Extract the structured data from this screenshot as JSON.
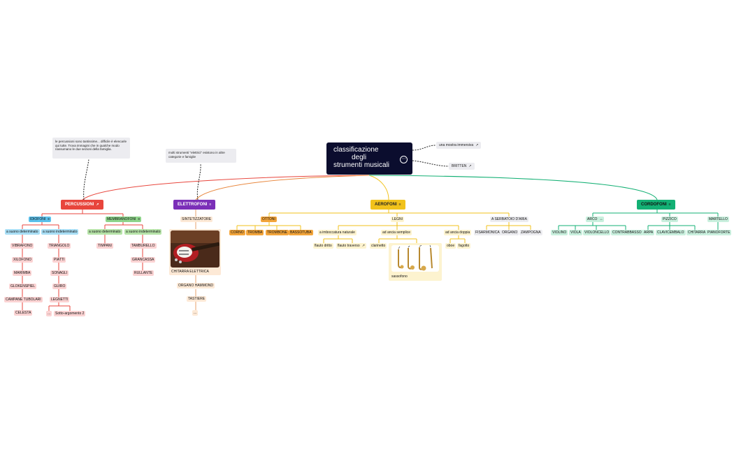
{
  "root": {
    "lines": [
      "classificazione",
      "degli",
      "strumenti musicali"
    ],
    "more": "⋯"
  },
  "side": {
    "mostra": "una mostra immersiva",
    "britten": "BRITTEN"
  },
  "notes": {
    "percussioni": "le percussioni sono tantissime... difficile è elencarle qui tutte. Trova immagini che in qualche modo riassumano le due sezioni della famiglia.",
    "elettrofoni": "molti strumenti \"elettrici\" esistono in altre categorie e famiglie"
  },
  "colors": {
    "percussioni": "#e8453c",
    "elettrofoni": "#7b2fb8",
    "aerofoni": "#f1c21b",
    "cordofoni": "#13b074",
    "root": "#0b0d2e"
  },
  "icons": {
    "external": "external-link-icon",
    "notes": "notes-icon",
    "more": "more-icon"
  },
  "percussioni": {
    "label": "PERCUSSIONI",
    "idiofoni": "IDIOFONI",
    "membranofoni": "MEMBRANOFONI",
    "idio_det": "a suono determinato",
    "idio_indet": "a suono indeterminato",
    "mem_det": "a suono determinato",
    "mem_indet": "a suono indeterminato",
    "det_items": [
      "VIBRAFONO",
      "XILOFONO",
      "MARIMBA",
      "GLOKENSPIEL",
      "CAMPANE TUBOLARI",
      "CELESTA"
    ],
    "indet_items": [
      "TRIANGOLO",
      "PIATTI",
      "SONAGLI",
      "GUIRO",
      "LEGNETTI"
    ],
    "legnetti_children": [
      "...",
      "Sotto-argomento 2"
    ],
    "mem_det_items": [
      "TIMPANI"
    ],
    "mem_indet_items": [
      "TAMBURELLO",
      "GRANCASSA",
      "RULLANTE"
    ]
  },
  "elettrofoni": {
    "label": "ELETTROFONI",
    "items": [
      "SINTETIZZATORE",
      "CHITARRA ELETTRICA",
      "ORGANO HAMMOND",
      "TASTIERE",
      "..."
    ]
  },
  "aerofoni": {
    "label": "AEROFONI",
    "ottoni": "OTTONI",
    "ottoni_items": [
      "CORNO",
      "TROMBA",
      "TROMBONE",
      "BASSOTUBA"
    ],
    "legni": "LEGNI",
    "imb": "a imboccatura naturale",
    "imb_items": [
      "flauto dritto",
      "flauto traverso"
    ],
    "ancia_s": "ad ancia semplice",
    "ancia_s_items": [
      "clarinetto",
      "sassofono"
    ],
    "ancia_d": "ad ancia doppia",
    "ancia_d_items": [
      "oboe",
      "fagotto"
    ],
    "serbatoio": "A SERBATOIO D'ARIA",
    "serbatoio_items": [
      "FISARMONICA",
      "ORGANO",
      "ZAMPOGNA"
    ]
  },
  "cordofoni": {
    "label": "CORDOFONI",
    "arco": "ARCO",
    "arco_items": [
      "VIOLINO",
      "VIOLA",
      "VIOLONCELLO",
      "CONTRABBASSO"
    ],
    "pizzico": "PIZZICO",
    "pizzico_items": [
      "ARPA",
      "CLAVICEMBALO",
      "CHITARRA"
    ],
    "martello": "MARTELLO",
    "martello_items": [
      "PIANOFORTE"
    ]
  }
}
